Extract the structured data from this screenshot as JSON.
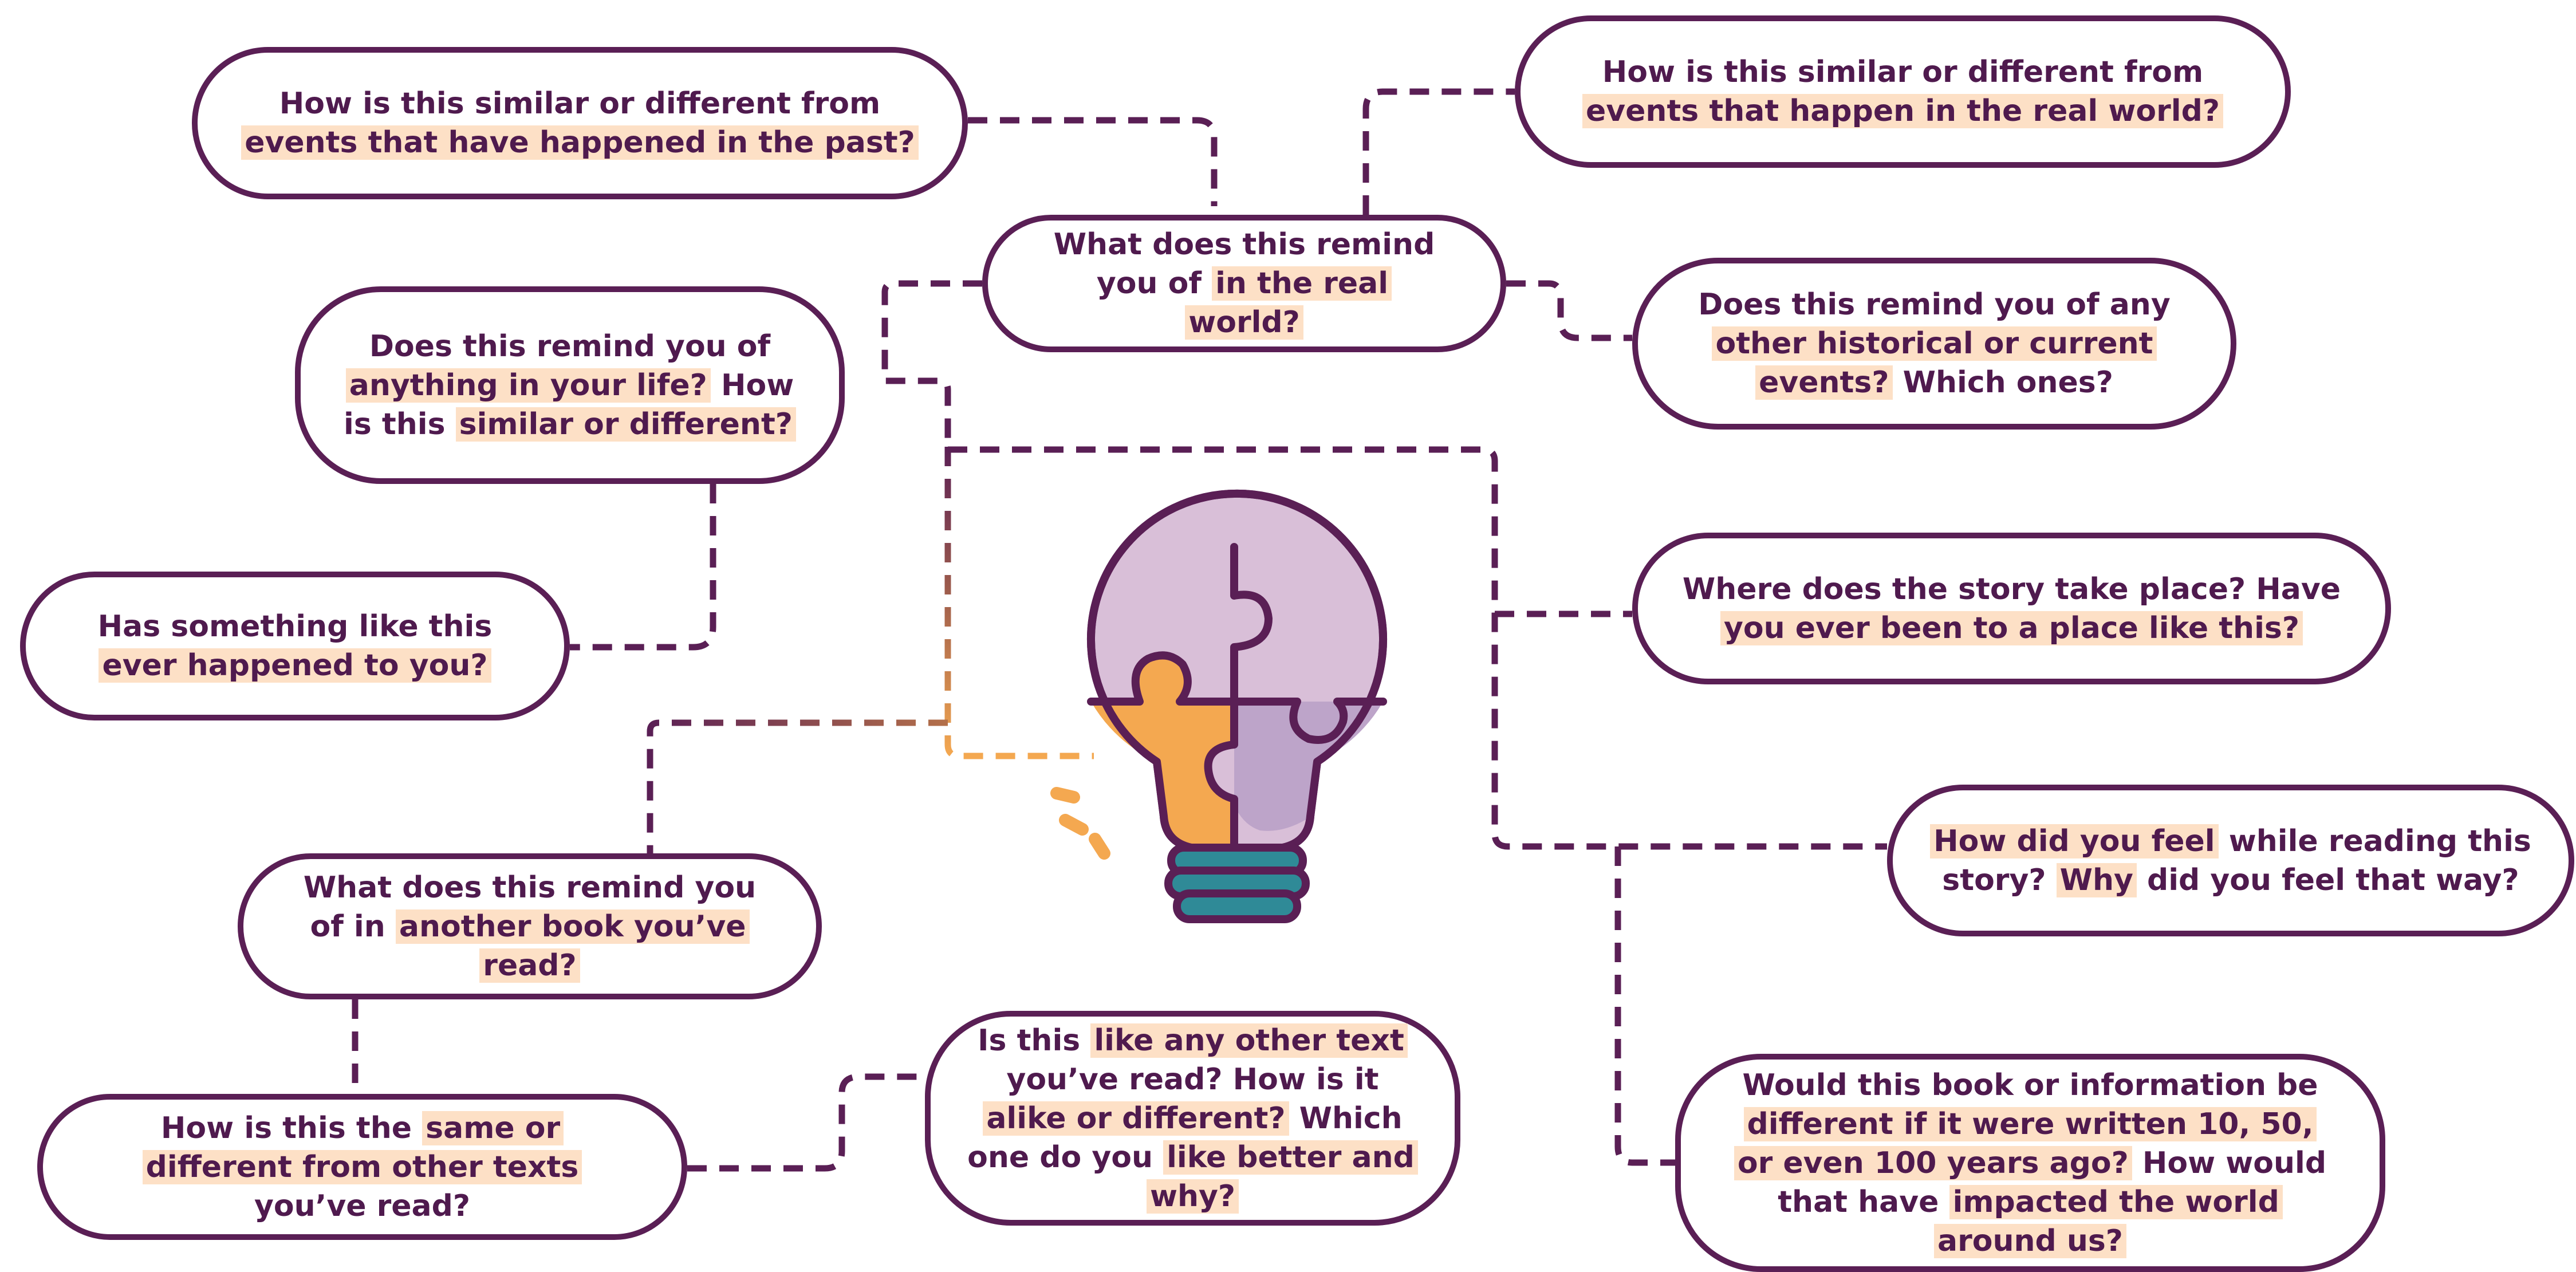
{
  "colors": {
    "outline": "#5a1f55",
    "text": "#4f1a4e",
    "highlight": "#fde0c6",
    "connector": "#5a1f55",
    "bulb_glass": "#d9bfd8",
    "bulb_piece_orange": "#f4a850",
    "bulb_base": "#2f8a97"
  },
  "icon": {
    "name": "puzzle-lightbulb-icon"
  },
  "bubbles": [
    {
      "id": "past-events",
      "segments": [
        {
          "t": "How is this similar or different from ",
          "hl": false
        },
        {
          "t": "events that have happened in the past?",
          "hl": true
        }
      ]
    },
    {
      "id": "real-world-events",
      "segments": [
        {
          "t": "How is this similar or different from ",
          "hl": false
        },
        {
          "t": "events that happen in the real world?",
          "hl": true
        }
      ]
    },
    {
      "id": "remind-real-world",
      "segments": [
        {
          "t": "What does this remind you of ",
          "hl": false
        },
        {
          "t": "in the real world?",
          "hl": true
        }
      ]
    },
    {
      "id": "historical-events",
      "segments": [
        {
          "t": "Does this remind you of any ",
          "hl": false
        },
        {
          "t": "other historical or current events?",
          "hl": true
        },
        {
          "t": " Which ones?",
          "hl": false
        }
      ]
    },
    {
      "id": "remind-your-life",
      "segments": [
        {
          "t": "Does this remind you of ",
          "hl": false
        },
        {
          "t": "anything in your life?",
          "hl": true
        },
        {
          "t": " How is this ",
          "hl": false
        },
        {
          "t": "similar or different?",
          "hl": true
        }
      ]
    },
    {
      "id": "happened-to-you",
      "segments": [
        {
          "t": "Has something like this ",
          "hl": false
        },
        {
          "t": "ever happened to you?",
          "hl": true
        }
      ]
    },
    {
      "id": "story-place",
      "segments": [
        {
          "t": "Where does the story take place? Have ",
          "hl": false
        },
        {
          "t": "you ever been to a place like this?",
          "hl": true
        }
      ]
    },
    {
      "id": "how-feel",
      "segments": [
        {
          "t": "How did you feel",
          "hl": true
        },
        {
          "t": " while reading this story? ",
          "hl": false
        },
        {
          "t": "Why",
          "hl": true
        },
        {
          "t": " did you feel that way?",
          "hl": false
        }
      ]
    },
    {
      "id": "another-book",
      "segments": [
        {
          "t": "What does this remind you of in ",
          "hl": false
        },
        {
          "t": "another book you’ve read?",
          "hl": true
        }
      ]
    },
    {
      "id": "same-or-different",
      "segments": [
        {
          "t": "How is this the ",
          "hl": false
        },
        {
          "t": "same or different from other texts",
          "hl": true
        },
        {
          "t": " you’ve read?",
          "hl": false
        }
      ]
    },
    {
      "id": "like-other-text",
      "segments": [
        {
          "t": "Is this ",
          "hl": false
        },
        {
          "t": "like any other text",
          "hl": true
        },
        {
          "t": " you’ve read? How is it ",
          "hl": false
        },
        {
          "t": "alike or different?",
          "hl": true
        },
        {
          "t": " Which one do you ",
          "hl": false
        },
        {
          "t": "like better and why?",
          "hl": true
        }
      ]
    },
    {
      "id": "written-years-ago",
      "segments": [
        {
          "t": "Would this book or information be ",
          "hl": false
        },
        {
          "t": "different if it were written 10, 50, or even 100 years ago?",
          "hl": true
        },
        {
          "t": " How would that have ",
          "hl": false
        },
        {
          "t": "impacted the world around us?",
          "hl": true
        }
      ]
    }
  ]
}
